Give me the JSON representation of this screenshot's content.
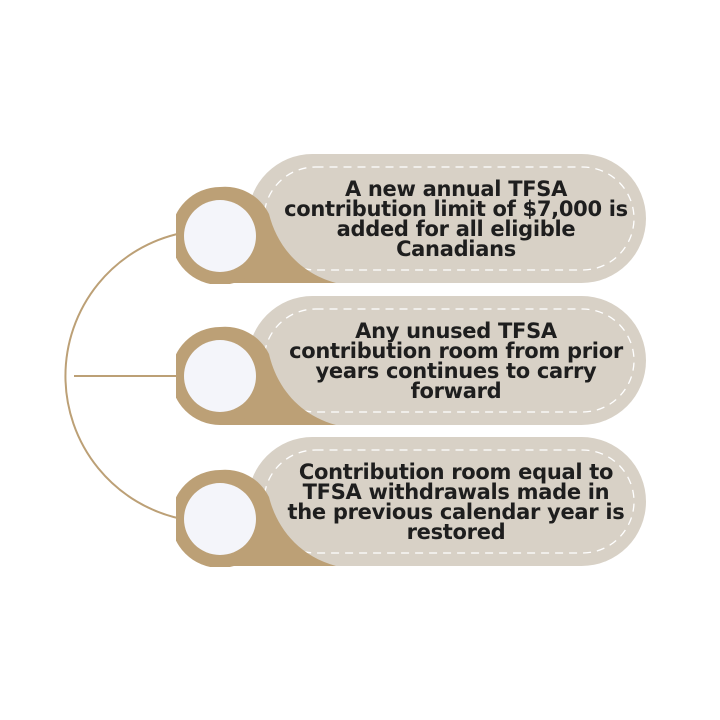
{
  "colors": {
    "accent": "#bca076",
    "pill": "#d8d1c6",
    "circle_fill": "#f4f5fa",
    "dash": "#ffffff",
    "text": "#1e1e1e"
  },
  "items": [
    {
      "text": "A new annual TFSA contribution limit of $7,000 is added for all eligible Canadians"
    },
    {
      "text": "Any unused TFSA contribution room from prior years continues to carry forward"
    },
    {
      "text": "Contribution room equal to TFSA withdrawals made in the previous calendar year is restored"
    }
  ]
}
